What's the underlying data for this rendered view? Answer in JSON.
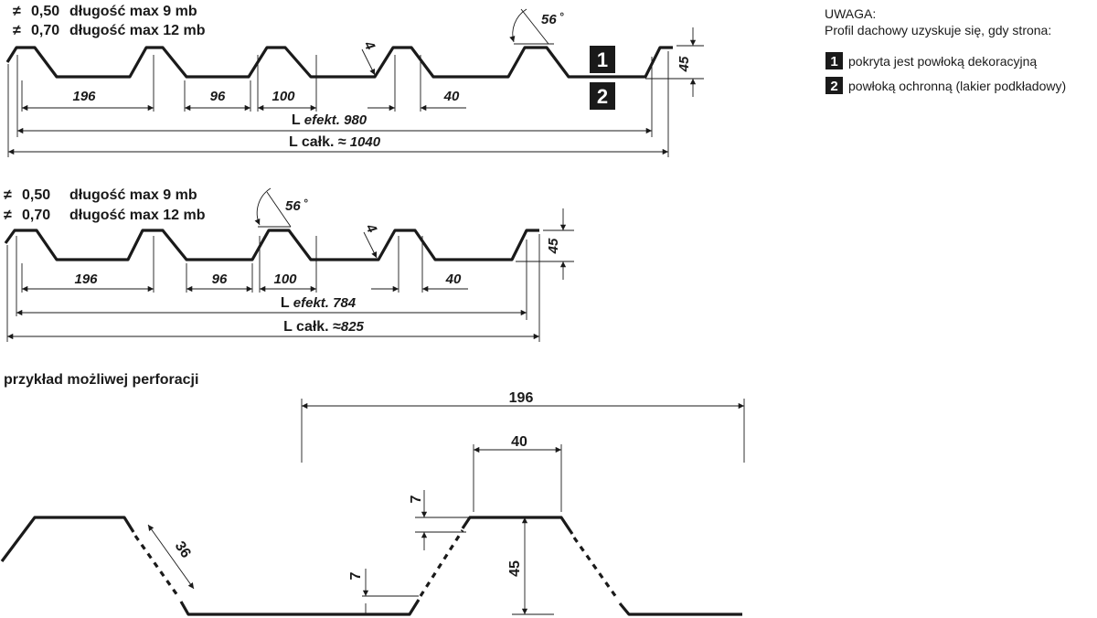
{
  "profile1": {
    "spec_lines": [
      {
        "symbol": "≠",
        "thickness": "0,50",
        "length": "długość max 9 mb"
      },
      {
        "symbol": "≠",
        "thickness": "0,70",
        "length": "długość max 12 mb"
      }
    ],
    "dims": {
      "pitch": "196",
      "bottom": "96",
      "top": "100",
      "top_flat": "40",
      "thickness": "4",
      "angle": "56",
      "angle_unit": "°",
      "height": "45",
      "l_eff_prefix": "L ",
      "l_eff_word": "efekt. 980",
      "l_total_prefix": "L całk. ",
      "l_total_approx": "≈",
      "l_total_value": "1040"
    }
  },
  "profile2": {
    "spec_lines": [
      {
        "symbol": "≠",
        "thickness": "0,50",
        "length": "długość max 9 mb"
      },
      {
        "symbol": "≠",
        "thickness": "0,70",
        "length": "długość max 12 mb"
      }
    ],
    "dims": {
      "pitch": "196",
      "bottom": "96",
      "top": "100",
      "top_flat": "40",
      "thickness": "4",
      "angle": "56",
      "angle_unit": "°",
      "height": "45",
      "l_eff_prefix": "L ",
      "l_eff_word": "efekt. 784",
      "l_total_prefix": "L całk. ",
      "l_total_approx": "≈",
      "l_total_value": "825"
    }
  },
  "side_badges": {
    "one": "1",
    "two": "2"
  },
  "note": {
    "title": "UWAGA:",
    "subtitle": "Profil dachowy uzyskuje się, gdy strona:",
    "items": [
      {
        "badge": "1",
        "text": "pokryta jest powłoką dekoracyjną"
      },
      {
        "badge": "2",
        "text": "powłoką ochronną (lakier podkładowy)"
      }
    ]
  },
  "perforation": {
    "title": "przykład możliwej perforacji",
    "dims": {
      "pitch": "196",
      "top_flat": "40",
      "slant": "36",
      "offset_top": "7",
      "offset_bottom": "7",
      "height": "45"
    }
  },
  "colors": {
    "ink": "#1a1a1a",
    "badge_bg": "#1a1a1a",
    "badge_fg": "#ffffff"
  }
}
